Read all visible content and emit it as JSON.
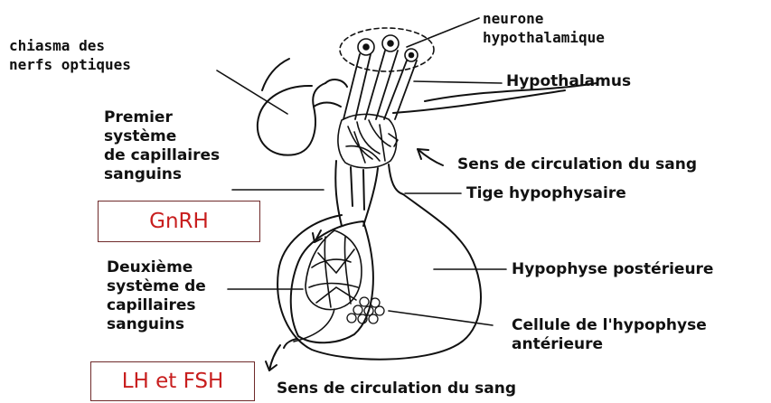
{
  "labels": {
    "chiasma": [
      "chiasma des",
      "nerfs optiques"
    ],
    "neurone": [
      "neurone",
      "hypothalamique"
    ],
    "hypothalamus": "Hypothalamus",
    "premier": [
      "Premier",
      "système",
      "de capillaires",
      "sanguins"
    ],
    "sens_top": "Sens de circulation du sang",
    "tige": "Tige hypophysaire",
    "deuxieme": [
      "Deuxième",
      "système de",
      "capillaires",
      "sanguins"
    ],
    "post": "Hypophyse postérieure",
    "cellule": [
      "Cellule de l'hypophyse",
      "antérieure"
    ],
    "sens_bottom": "Sens de circulation du sang"
  },
  "hormones": {
    "gnrh": "GnRH",
    "lh_fsh": "LH et FSH"
  },
  "colors": {
    "hormone_text": "#c81e1e",
    "hormone_border": "#6f2a2a",
    "ink": "#111111"
  }
}
